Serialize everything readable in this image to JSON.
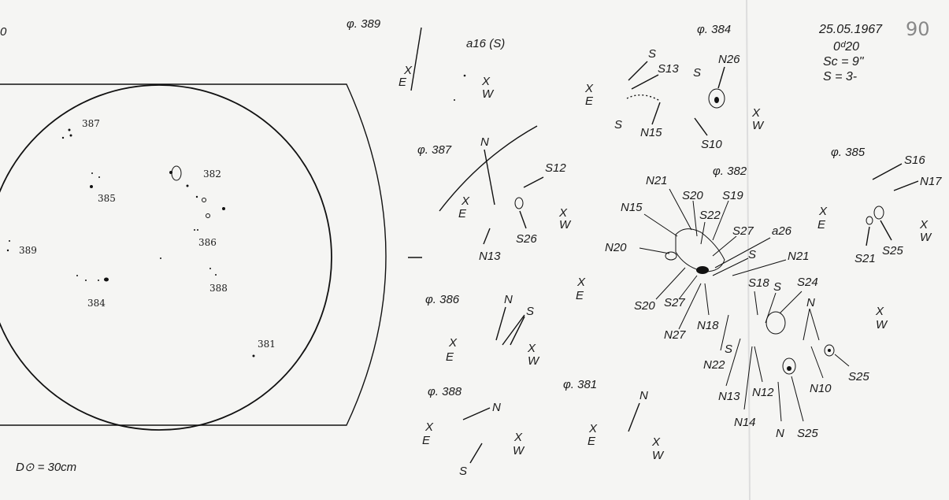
{
  "header": {
    "date": "25.05.1967",
    "time": "0ᵈ20",
    "seeing": "Sc = 9\"",
    "quality": "S = 3-",
    "page_number": "90",
    "corner_mark": "0"
  },
  "scale": "D⊙ = 30cm",
  "disk_labels": [
    "387",
    "385",
    "382",
    "386",
    "389",
    "384",
    "388",
    "381"
  ],
  "groups": {
    "g389": {
      "title": "φ. 389",
      "labels": [
        "a16 (S)",
        "X",
        "E",
        "X",
        "W"
      ]
    },
    "g387": {
      "title": "φ. 387",
      "labels": [
        "N",
        "S12",
        "X",
        "E",
        "X",
        "W",
        "S26",
        "N13"
      ]
    },
    "g386": {
      "title": "φ. 386",
      "labels": [
        "N",
        "S",
        "X",
        "E",
        "X",
        "W"
      ]
    },
    "g388": {
      "title": "φ. 388",
      "labels": [
        "N",
        "X",
        "E",
        "X",
        "W",
        "S"
      ]
    },
    "g381": {
      "title": "φ. 381",
      "labels": [
        "N",
        "X",
        "E",
        "X",
        "W"
      ]
    },
    "g384": {
      "title": "φ. 384",
      "labels": [
        "S",
        "S13",
        "N26",
        "S",
        "S",
        "N15",
        "S10",
        "X",
        "W",
        "X",
        "E"
      ]
    },
    "g382": {
      "title": "φ. 382",
      "labels": [
        "N21",
        "S20",
        "S19",
        "N15",
        "S22",
        "S27",
        "a26",
        "N20",
        "S",
        "N21",
        "S18",
        "S",
        "S24",
        "N",
        "S20",
        "S27",
        "N18",
        "N27",
        "S",
        "N22",
        "N13",
        "N12",
        "N10",
        "N14",
        "N",
        "S25",
        "S25",
        "X",
        "E",
        "X",
        "E",
        "X",
        "W"
      ]
    },
    "g385": {
      "title": "φ. 385",
      "labels": [
        "S16",
        "N17",
        "S21",
        "S25",
        "X",
        "W"
      ]
    }
  }
}
